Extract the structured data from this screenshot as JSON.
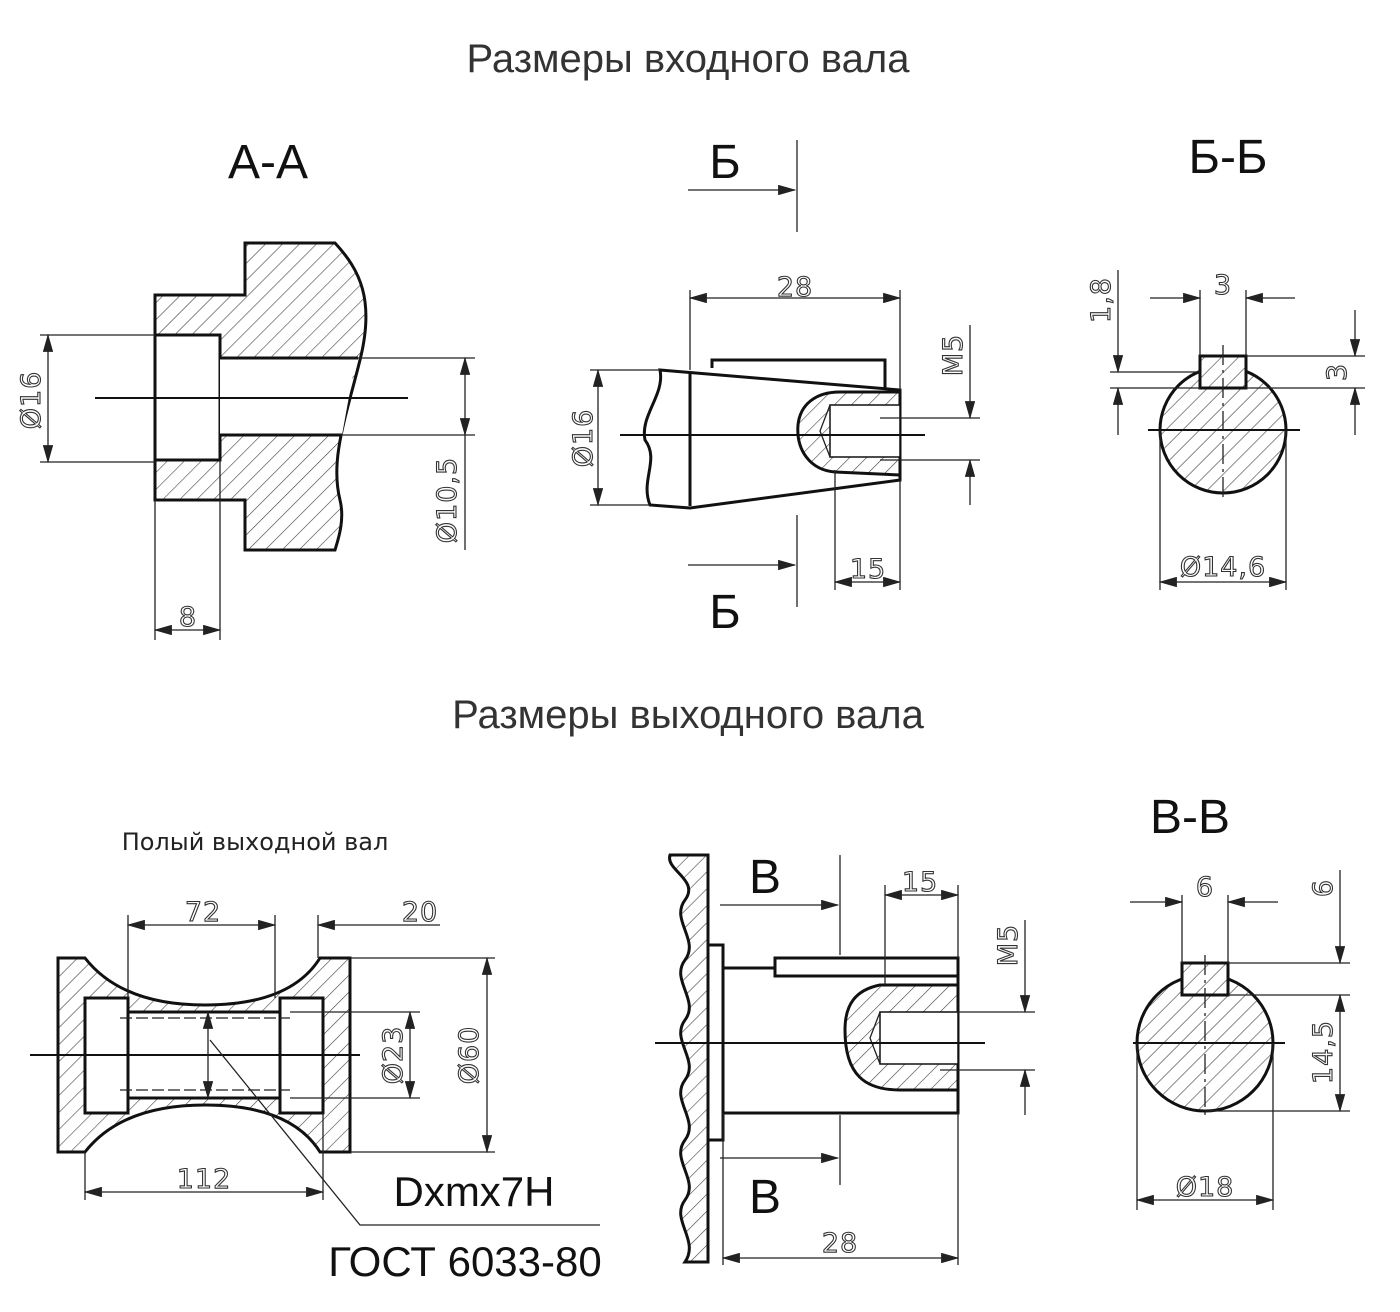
{
  "titles": {
    "input_shaft": "Размеры входного вала",
    "output_shaft": "Размеры выходного вала"
  },
  "sections": {
    "aa": "А-А",
    "b_top": "Б",
    "b_bottom": "Б",
    "bb": "Б-Б",
    "v_top": "В",
    "v_bottom": "В",
    "vv": "В-В"
  },
  "hollow_label": "Полый выходной вал",
  "spline_label": "Dxmx7H",
  "standard_label": "ГОСТ 6033-80",
  "dims": {
    "aa_d16": "Ø16",
    "aa_d10_5": "Ø10,5",
    "aa_8": "8",
    "b_28": "28",
    "b_m5": "M5",
    "b_d16": "Ø16",
    "b_15": "15",
    "bb_1_8": "1,8",
    "bb_3_top": "3",
    "bb_3_side": "3",
    "bb_d14_6": "Ø14,6",
    "h_72": "72",
    "h_20": "20",
    "h_d23": "Ø23",
    "h_d60": "Ø60",
    "h_112": "112",
    "v_15": "15",
    "v_m5": "M5",
    "v_28": "28",
    "vv_6_top": "6",
    "vv_6_side": "6",
    "vv_14_5": "14,5",
    "vv_d18": "Ø18"
  }
}
